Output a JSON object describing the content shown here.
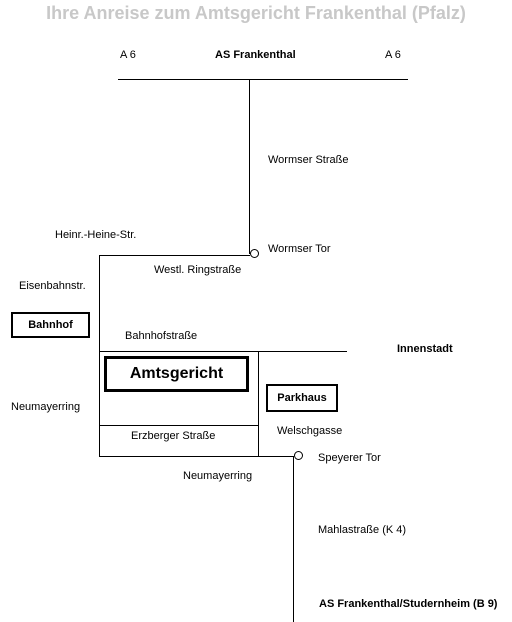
{
  "title": "Ihre Anreise zum Amtsgericht Frankenthal (Pfalz)",
  "labels": {
    "a6_left": "A 6",
    "as_frankenthal": "AS Frankenthal",
    "a6_right": "A 6",
    "wormser_strasse": "Wormser Straße",
    "heinr_heine": "Heinr.-Heine-Str.",
    "wormser_tor": "Wormser Tor",
    "westl_ringstrasse": "Westl. Ringstraße",
    "eisenbahnstr": "Eisenbahnstr.",
    "bahnhofstrasse": "Bahnhofstraße",
    "innenstadt": "Innenstadt",
    "neumayerring_left": "Neumayerring",
    "welschgasse": "Welschgasse",
    "erzberger": "Erzberger Straße",
    "speyerer_tor": "Speyerer Tor",
    "neumayerring_bottom": "Neumayerring",
    "mahlastrasse": "Mahlastraße (K 4)",
    "as_studernheim": "AS Frankenthal/Studernheim (B 9)"
  },
  "boxes": {
    "bahnhof": "Bahnhof",
    "amtsgericht": "Amtsgericht",
    "parkhaus": "Parkhaus"
  }
}
